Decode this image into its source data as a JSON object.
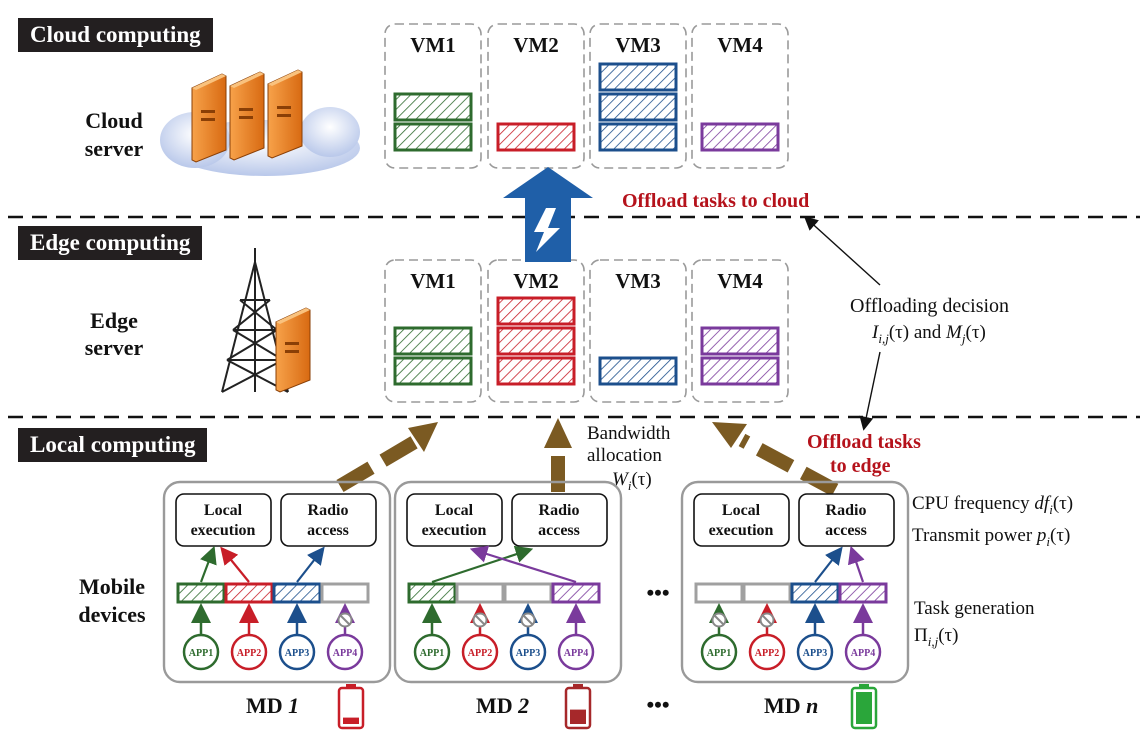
{
  "layers": {
    "cloud": {
      "tag": "Cloud computing",
      "server_line1": "Cloud",
      "server_line2": "server"
    },
    "edge": {
      "tag": "Edge computing",
      "server_line1": "Edge",
      "server_line2": "server"
    },
    "local": {
      "tag": "Local computing",
      "devices_line1": "Mobile",
      "devices_line2": "devices"
    }
  },
  "vm_labels": [
    "VM1",
    "VM2",
    "VM3",
    "VM4"
  ],
  "app_labels": [
    "APP1",
    "APP2",
    "APP3",
    "APP4"
  ],
  "colors": {
    "app1": "#2e6b2e",
    "app2": "#c81e28",
    "app3": "#1c4f8c",
    "app4": "#7a3a9c",
    "arrow_brown": "#7b5a22",
    "arrow_blue": "#1f5fa8",
    "highlight_red": "#b5121b"
  },
  "annotations": {
    "offload_cloud": "Offload tasks to cloud",
    "offload_edge_line1": "Offload tasks",
    "offload_edge_line2": "to edge",
    "decision_line1": "Offloading decision",
    "decision_line2_a": "I",
    "decision_line2_sub": "i,j",
    "decision_line2_b": "(τ)  and  ",
    "decision_line2_c": "M",
    "decision_line2_sub2": "j",
    "decision_line2_d": "(τ)",
    "bandwidth_line1": "Bandwidth",
    "bandwidth_line2": "allocation",
    "bandwidth_line3_a": "W",
    "bandwidth_line3_sub": "i",
    "bandwidth_line3_b": "(τ)",
    "cpu_label": "CPU frequency ",
    "cpu_symbol": "df",
    "cpu_sub": "i",
    "cpu_tail": "(τ)",
    "power_label": "Transmit power ",
    "power_symbol": "p",
    "power_sub": "i",
    "power_tail": "(τ)",
    "task_gen": "Task generation",
    "pi_symbol": "Π",
    "pi_sub": "i,j",
    "pi_tail": "(τ)"
  },
  "device_blocks": {
    "local_line1": "Local",
    "local_line2": "execution",
    "radio_line1": "Radio",
    "radio_line2": "access"
  },
  "devices": [
    {
      "md": "MD ",
      "num": "1"
    },
    {
      "md": "MD ",
      "num": "2"
    },
    {
      "md": "MD ",
      "num": "n"
    }
  ],
  "ellipsis": "•••",
  "batteries": [
    {
      "level": 0.2,
      "color": "#c81e28"
    },
    {
      "level": 0.45,
      "color": "#a6282a"
    },
    {
      "level": 1.0,
      "color": "#2aa63a"
    }
  ]
}
